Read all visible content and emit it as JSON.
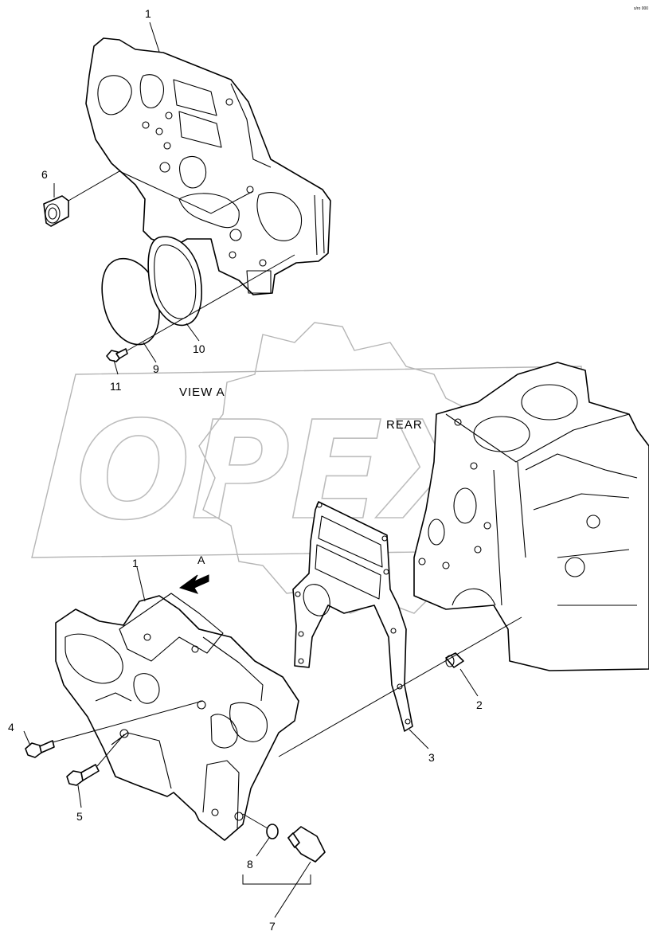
{
  "diagram": {
    "corner_code": "s/ro 000",
    "captions": {
      "view": "VIEW  A",
      "rear": "REAR",
      "arrow": "A"
    },
    "watermark": "OPEX",
    "callouts": {
      "c1_top": "1",
      "c6": "6",
      "c10": "10",
      "c9": "9",
      "c11": "11",
      "c1_bottom": "1",
      "c2": "2",
      "c3": "3",
      "c4": "4",
      "c5": "5",
      "c8": "8",
      "c7": "7"
    }
  }
}
